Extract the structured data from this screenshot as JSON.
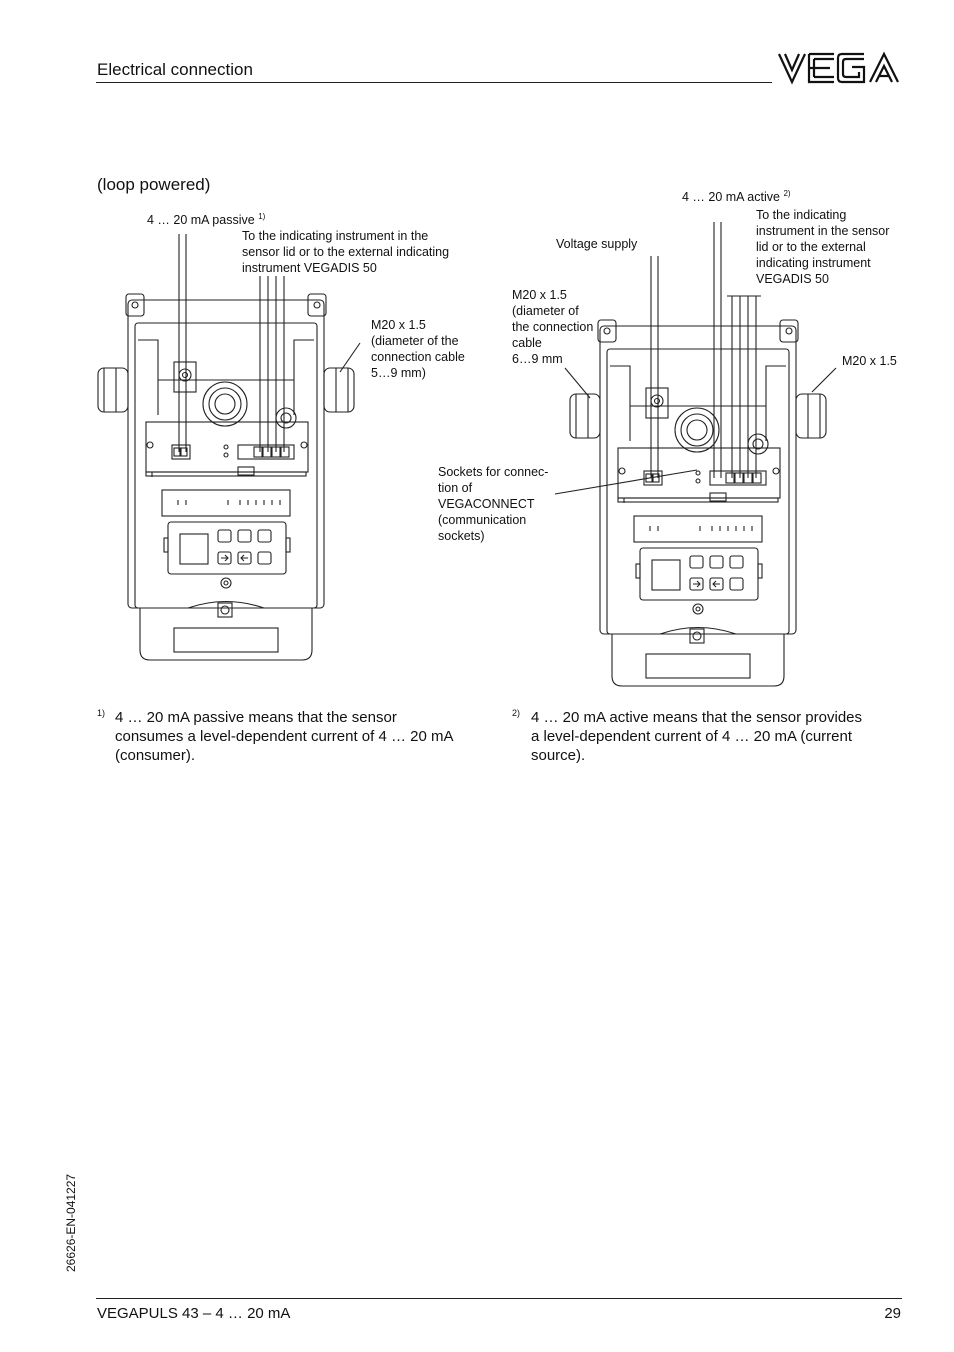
{
  "header": {
    "title": "Electrical connection",
    "logo_text": "VEGA"
  },
  "subtitle": "(loop powered)",
  "left_diagram": {
    "passive_label": "4 … 20 mA passive",
    "passive_mark": "1)",
    "indicator_label_lines": [
      "To the indicating instrument in the",
      "sensor lid or to the external indicating",
      "instrument VEGADIS 50"
    ],
    "gland_label_lines": [
      "M20 x 1.5",
      "(diameter of the",
      "connection cable",
      "5…9 mm)"
    ]
  },
  "right_diagram": {
    "active_label": "4 … 20 mA active",
    "active_mark": "2)",
    "voltage_label": "Voltage supply",
    "indicator_label_lines": [
      "To the indicating",
      "instrument in the sensor",
      "lid or to the external",
      "indicating instrument",
      "VEGADIS 50"
    ],
    "gland_left_label_lines": [
      "M20 x 1.5",
      "(diameter of",
      "the connection",
      "cable",
      "6…9 mm"
    ],
    "gland_right_label": "M20 x 1.5",
    "sockets_label_lines": [
      "Sockets for connec-",
      "tion of",
      "VEGACONNECT",
      "(communication",
      "sockets)"
    ]
  },
  "footnotes": [
    {
      "mark": "1)",
      "lines": [
        "4 … 20 mA passive means that the sensor",
        "consumes a level-dependent current of 4 … 20 mA",
        "(consumer)."
      ]
    },
    {
      "mark": "2)",
      "lines": [
        "4 … 20 mA active means that the sensor provides",
        "a level-dependent current of 4 … 20 mA (current",
        "source)."
      ]
    }
  ],
  "footer": {
    "product": "VEGAPULS 43 – 4 … 20 mA",
    "page": "29",
    "doc_id": "26626-EN-041227"
  }
}
